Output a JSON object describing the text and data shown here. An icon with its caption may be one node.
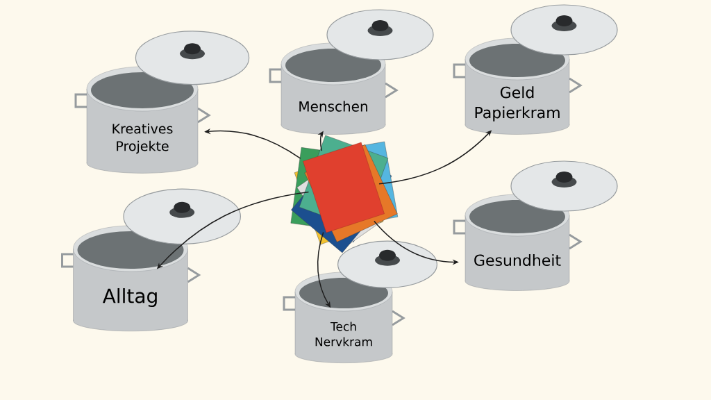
{
  "diagram": {
    "nodes": [
      {
        "text": [
          "Menschen"
        ]
      },
      {
        "text": [
          "Geld Papierkram"
        ]
      },
      {
        "text": [
          "Kreatives Projekte"
        ]
      },
      {
        "text": [],
        "shape": "picture"
      },
      {
        "text": [
          "Gesundheit"
        ]
      },
      {
        "text": [
          "Alltag"
        ]
      },
      {
        "text": [
          "Tech Nervkram"
        ]
      }
    ],
    "edges": [
      {
        "from": 3,
        "to": 0,
        "arrow": "to"
      },
      {
        "from": 3,
        "to": 1,
        "arrow": "to"
      },
      {
        "from": 3,
        "to": 2,
        "arrow": "to"
      },
      {
        "from": 3,
        "to": 4,
        "arrow": "to"
      },
      {
        "from": 3,
        "to": 5,
        "arrow": "to"
      },
      {
        "from": 3,
        "to": 6,
        "arrow": "to"
      }
    ]
  }
}
